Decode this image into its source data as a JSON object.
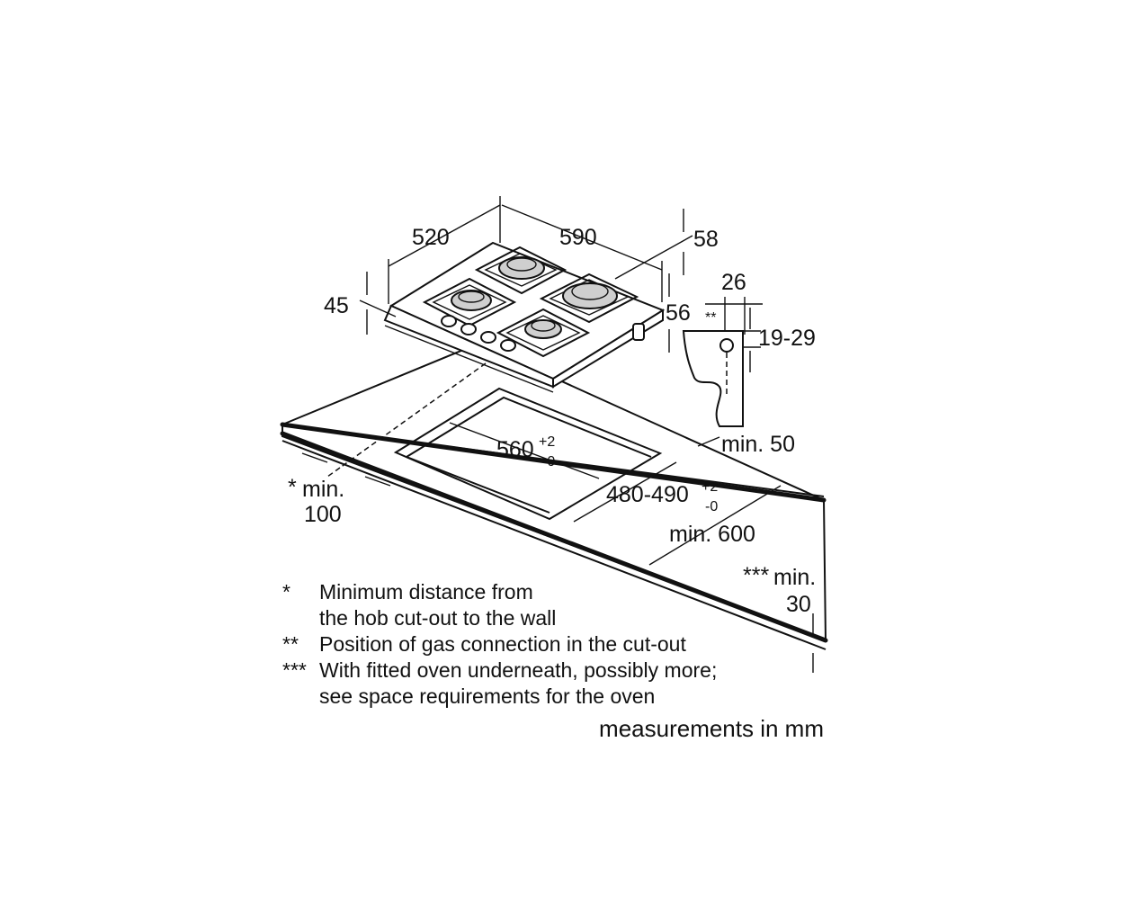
{
  "dimensions": {
    "depth": "520",
    "width": "590",
    "side_offset": "58",
    "height_left": "45",
    "height_right": "56",
    "gas_offset": "26",
    "gas_marker": "**",
    "gas_height": "19-29",
    "wall_gap": "min. 50",
    "cutout_width_main": "560",
    "cutout_width_tol_plus": "+2",
    "cutout_width_tol_minus": "-0",
    "cutout_depth_main": "480-490",
    "cutout_depth_tol_plus": "+2",
    "cutout_depth_tol_minus": "-0",
    "min_wall_marker": "*",
    "min_wall_label": "min.",
    "min_wall_value": "100",
    "worktop_depth": "min. 600",
    "worktop_thickness_marker": "***",
    "worktop_thickness_label": "min.",
    "worktop_thickness_value": "30"
  },
  "notes": [
    {
      "marker": "*",
      "lines": [
        "Minimum distance from",
        "the hob cut-out to the wall"
      ]
    },
    {
      "marker": "**",
      "lines": [
        "Position of gas connection in the cut-out"
      ]
    },
    {
      "marker": "***",
      "lines": [
        "With fitted oven underneath, possibly more;",
        "see space requirements for the oven"
      ]
    }
  ],
  "units_label": "measurements in mm"
}
